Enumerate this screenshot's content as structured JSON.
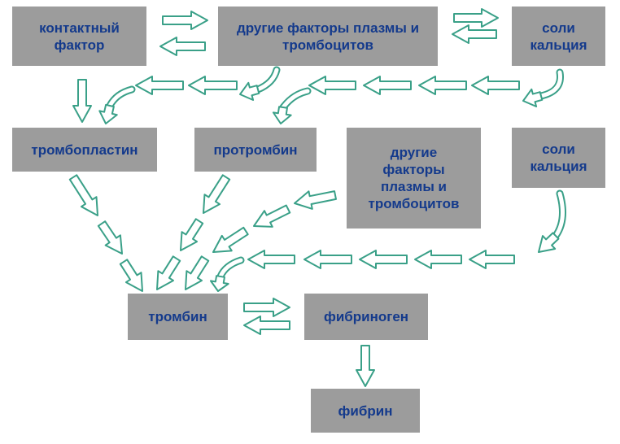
{
  "boxes": {
    "contact_factor": "контактный фактор",
    "other_factors_top": "другие факторы плазмы и тромбоцитов",
    "calcium_top": "соли кальция",
    "thromboplastin": "тромбопластин",
    "prothrombin": "протромбин",
    "other_factors_mid": "другие факторы плазмы и тромбоцитов",
    "calcium_mid": "соли кальция",
    "thrombin": "тромбин",
    "fibrinogen": "фибриноген",
    "fibrin": "фибрин"
  },
  "colors": {
    "box_fill": "#9c9c9c",
    "box_text": "#143a8c",
    "arrow_stroke": "#3aa088",
    "arrow_fill": "#ffffff"
  }
}
